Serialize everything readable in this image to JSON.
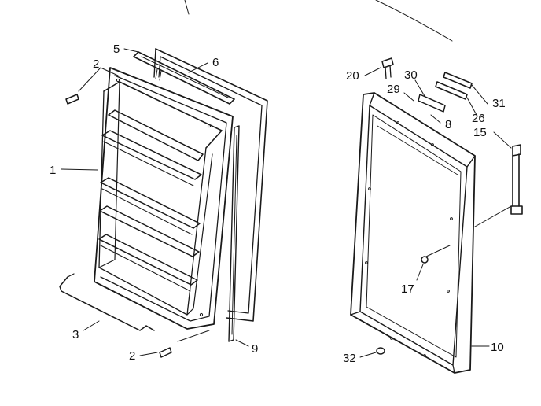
{
  "diagram": {
    "ink": "#1a1a1a",
    "background": "#ffffff",
    "callouts": {
      "c1": "1",
      "c2_top": "2",
      "c2_bottom": "2",
      "c3": "3",
      "c5": "5",
      "c6": "6",
      "c8": "8",
      "c9": "9",
      "c10": "10",
      "c15": "15",
      "c17": "17",
      "c20": "20",
      "c26": "26",
      "c29": "29",
      "c30": "30",
      "c31": "31",
      "c32": "32"
    }
  }
}
